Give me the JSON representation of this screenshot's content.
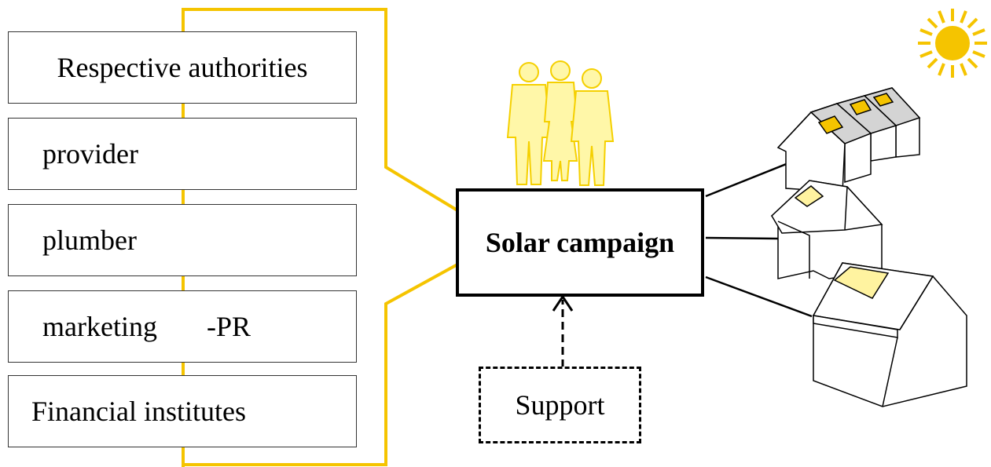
{
  "colors": {
    "connector": "#f5c400",
    "sun": "#f5c400",
    "people_fill": "#fff7a8",
    "people_stroke": "#f5d000",
    "roof_dark": "#d4d4d4",
    "panel_orange": "#f5c400",
    "panel_light": "#fff3a0"
  },
  "partners": [
    {
      "label": "Respective authorities"
    },
    {
      "label": "provider"
    },
    {
      "label": "plumber"
    },
    {
      "label": "marketing       -PR"
    },
    {
      "label": "Financial institutes"
    }
  ],
  "center": {
    "label": "Solar campaign"
  },
  "support": {
    "label": "Support"
  },
  "icons": [
    "sun-icon",
    "people-icon",
    "house-row-icon",
    "house-icon"
  ]
}
